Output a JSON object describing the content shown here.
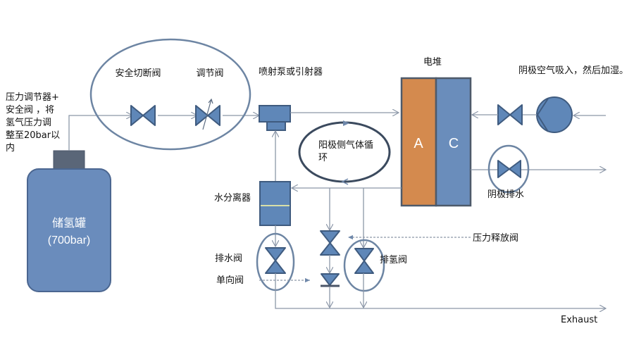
{
  "diagram": {
    "title": "燃料电池氢气供给系统示意图",
    "labels": {
      "regulator_note": [
        "压力调节器+",
        "安全阀 ，将",
        "氢气压力调",
        "整至20bar以",
        "内"
      ],
      "tank_name": "储氢罐",
      "tank_pressure": "(700bar)",
      "safety_shutoff_valve": "安全切断阀",
      "regulating_valve": "调节阀",
      "ejector": "喷射泵或引射器",
      "anode_recirculation": [
        "阳极侧气体循",
        "环"
      ],
      "stack": "电堆",
      "stack_anode": "A",
      "stack_cathode": "C",
      "cathode_air": "阴极空气吸入，然后加湿。",
      "cathode_drain": "阴极排水",
      "water_separator": "水分离器",
      "drain_valve": "排水阀",
      "check_valve": "单向阀",
      "pressure_relief_valve": "压力释放阀",
      "purge_valve": "排氢阀",
      "exhaust": "Exhaust"
    },
    "colors": {
      "anode": "#d48a4e",
      "cathode": "#6a8dbb",
      "component": "#5f87b8",
      "component_border": "#3f5b7f",
      "tank": "#6a8cbc",
      "tank_cap": "#5a6678",
      "pipe": "#8c97a8"
    }
  }
}
